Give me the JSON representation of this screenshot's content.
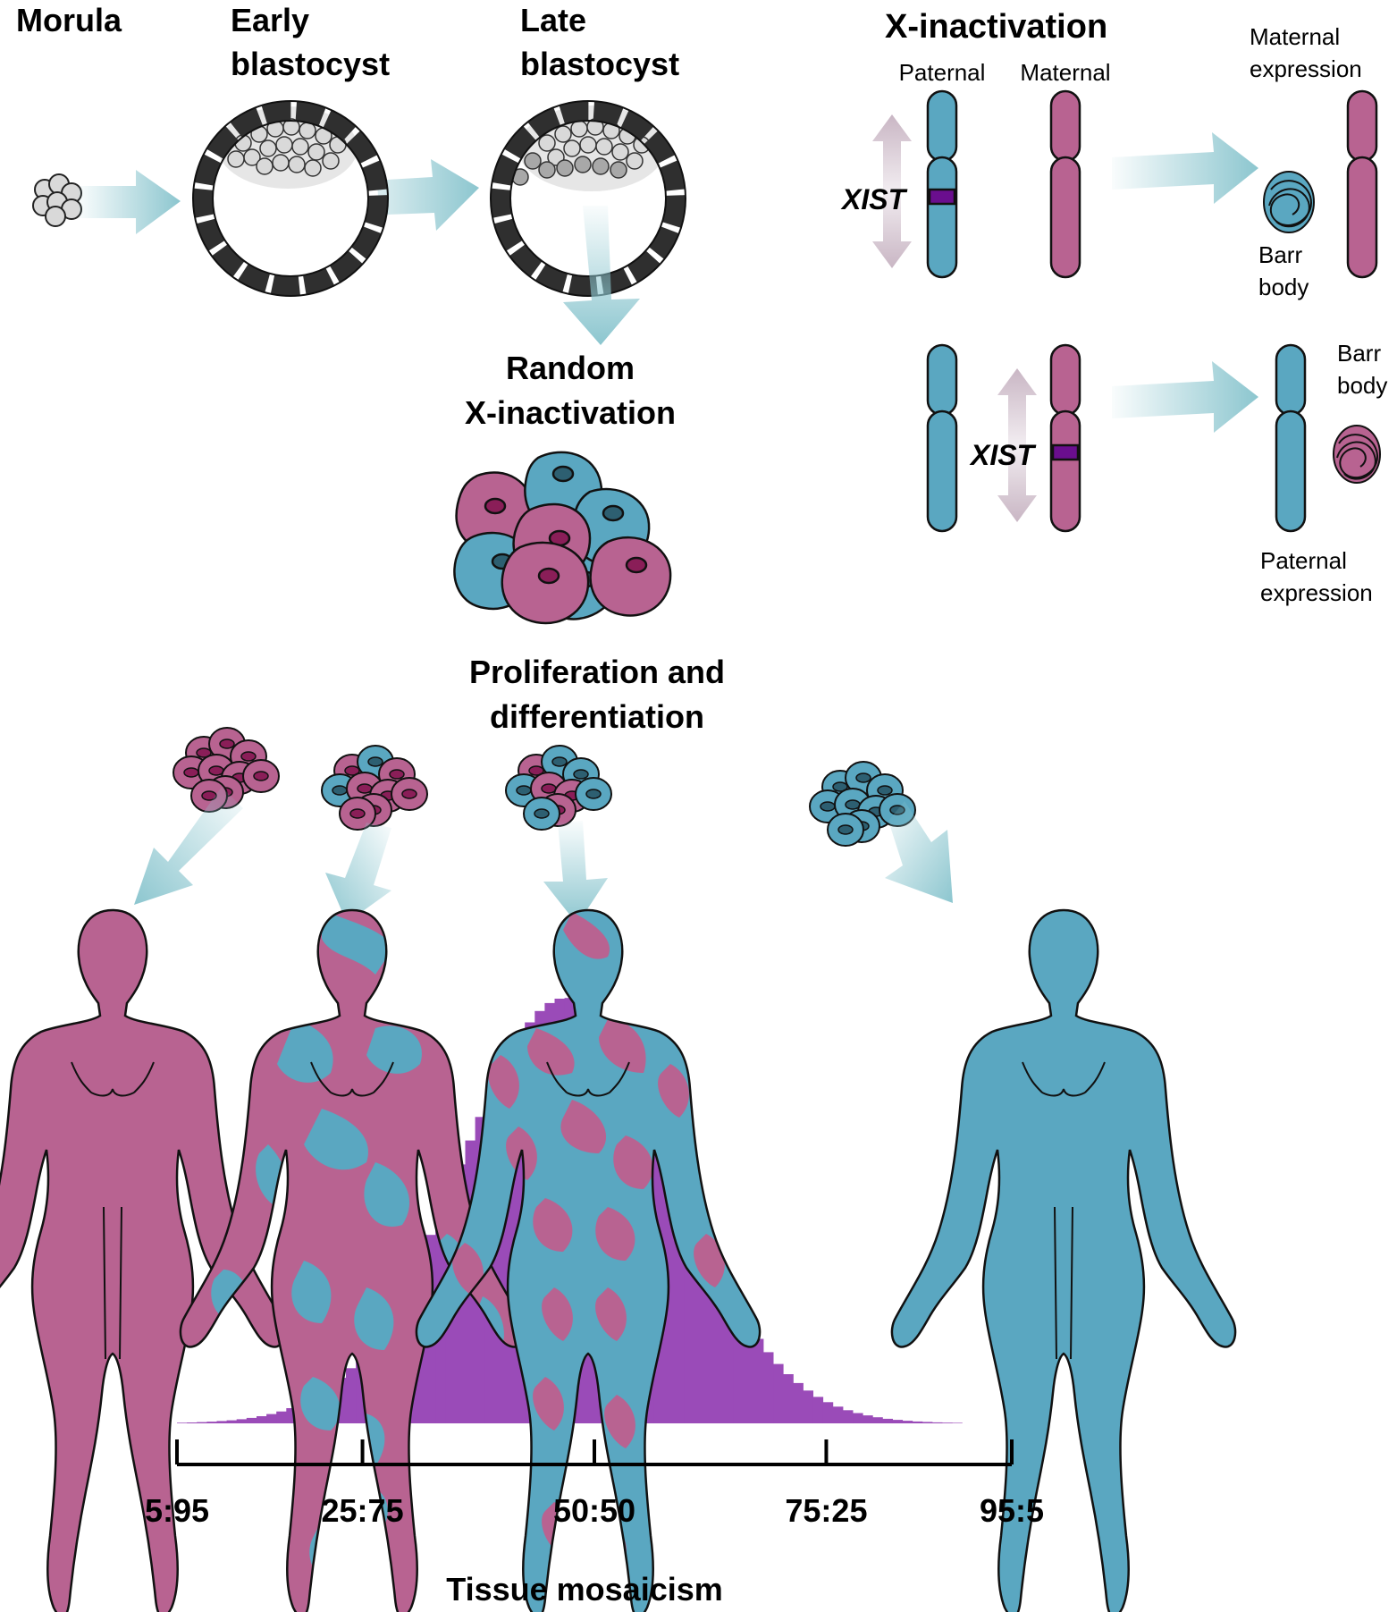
{
  "colors": {
    "maternal": "#b86391",
    "paternal": "#5aa7c1",
    "xist": "#6a0e8e",
    "histogram": "#9a4bb8",
    "arrow": "#8cc6cf",
    "arrow_vertical": "#b9a4b5",
    "cell_dark": "#3a3a3a",
    "cell_light": "#d9d9d9"
  },
  "labels": {
    "morula": "Morula",
    "early_line1": "Early",
    "early_line2": "blastocyst",
    "late_line1": "Late",
    "late_line2": "blastocyst",
    "xinact_title": "X-inactivation",
    "paternal": "Paternal",
    "maternal": "Maternal",
    "maternal_expr_line1": "Maternal",
    "maternal_expr_line2": "expression",
    "barr_line1": "Barr",
    "barr_line2": "body",
    "xist": "XIST",
    "paternal_expr_line1": "Paternal",
    "paternal_expr_line2": "expression",
    "random_line1": "Random",
    "random_line2": "X-inactivation",
    "prolif_line1": "Proliferation and",
    "prolif_line2": "differentiation",
    "axis_title": "Tissue mosaicism"
  },
  "chart_data": {
    "type": "bar",
    "xlabel": "Tissue mosaicism",
    "ticks": [
      "5:95",
      "25:75",
      "50:50",
      "75:25",
      "95:5"
    ],
    "tick_positions": [
      5,
      25,
      50,
      75,
      95
    ],
    "xlim": [
      5,
      95
    ],
    "mean": 47,
    "sd": 11.5,
    "bins": 84,
    "peak_relative": 1.0
  }
}
